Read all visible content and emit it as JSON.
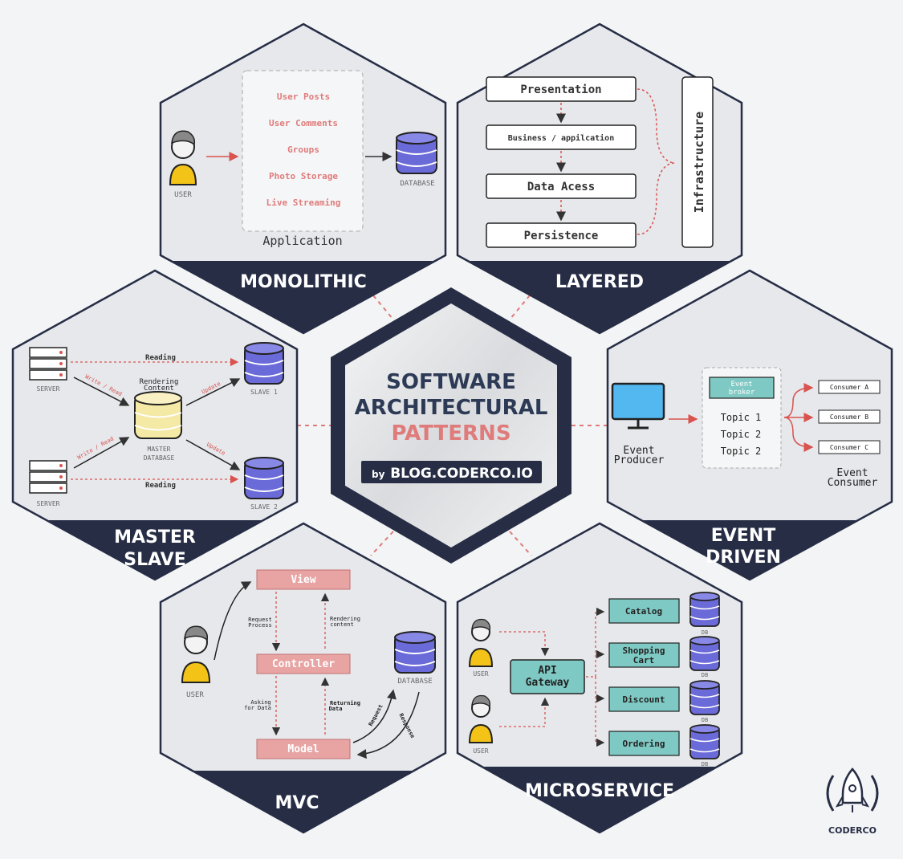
{
  "center": {
    "line1": "SOFTWARE",
    "line2": "ARCHITECTURAL",
    "line3": "PATTERNS",
    "by": "by",
    "site": "BLOG.CODERCO.IO"
  },
  "monolithic": {
    "title": "MONOLITHIC",
    "user": "USER",
    "features": [
      "User Posts",
      "User Comments",
      "Groups",
      "Photo Storage",
      "Live Streaming"
    ],
    "app_label": "Application",
    "database": "DATABASE"
  },
  "layered": {
    "title": "LAYERED",
    "layers": [
      "Presentation",
      "Business / appilcation",
      "Data Acess",
      "Persistence"
    ],
    "infra": "Infrastructure"
  },
  "master_slave": {
    "title_1": "MASTER",
    "title_2": "SLAVE",
    "server": "SERVER",
    "reading": "Reading",
    "write_read": "Write / Read",
    "update": "Update",
    "rendering_1": "Rendering",
    "rendering_2": "Content",
    "master_db_1": "MASTER",
    "master_db_2": "DATABASE",
    "slave1": "SLAVE 1",
    "slave2": "SLAVE 2"
  },
  "event_driven": {
    "title_1": "EVENT",
    "title_2": "DRIVEN",
    "producer_1": "Event",
    "producer_2": "Producer",
    "broker_1": "Event",
    "broker_2": "broker",
    "topics": [
      "Topic 1",
      "Topic 2",
      "Topic 2"
    ],
    "consumers": [
      "Consumer A",
      "Consumer B",
      "Consumer C"
    ],
    "consumer_label_1": "Event",
    "consumer_label_2": "Consumer"
  },
  "mvc": {
    "title": "MVC",
    "user": "USER",
    "view": "View",
    "controller": "Controller",
    "model": "Model",
    "database": "DATABASE",
    "request_process_1": "Request",
    "request_process_2": "Process",
    "rendering_1": "Rendering",
    "rendering_2": "content",
    "asking_1": "Asking",
    "asking_2": "for Data",
    "returning_1": "Returning",
    "returning_2": "Data",
    "request": "Request",
    "response": "Response"
  },
  "microservice": {
    "title": "MICROSERVICE",
    "user": "USER",
    "gateway_1": "API",
    "gateway_2": "Gateway",
    "services": [
      "Catalog",
      "Shopping",
      "Cart",
      "Discount",
      "Ordering"
    ],
    "db": "DB"
  },
  "logo": {
    "name": "CODERCO"
  },
  "colors": {
    "navy": "#262d45",
    "salmon": "#e07b7b",
    "pink_box": "#e8a3a3",
    "teal": "#7fc9c4",
    "db_purple": "#6a6ad8",
    "hex_fill": "#e6e8ec"
  }
}
